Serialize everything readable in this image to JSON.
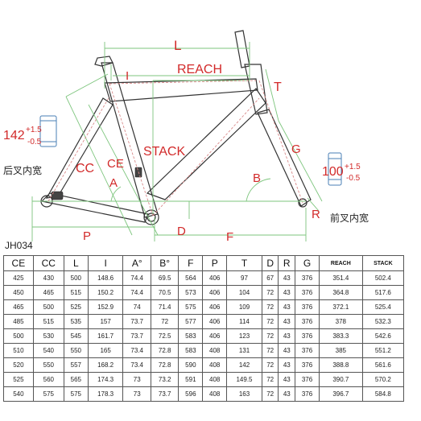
{
  "labels": {
    "L": "L",
    "I": "I",
    "REACH": "REACH",
    "T": "T",
    "STACK": "STACK",
    "CC": "CC",
    "CE": "CE",
    "A": "A",
    "B": "B",
    "G": "G",
    "R": "R",
    "D": "D",
    "F": "F",
    "P": "P"
  },
  "rear_spacing": {
    "main": "142",
    "plus": "+1.5",
    "minus": "-0.5",
    "caption": "后叉内宽"
  },
  "front_spacing": {
    "main": "100",
    "plus": "+1.5",
    "minus": "-0.5",
    "caption": "前叉内宽"
  },
  "model": "JH034",
  "table": {
    "headers": [
      "CE",
      "CC",
      "L",
      "I",
      "A°",
      "B°",
      "F",
      "P",
      "T",
      "D",
      "R",
      "G",
      "REACH",
      "STACK"
    ],
    "rows": [
      [
        "425",
        "430",
        "500",
        "148.6",
        "74.4",
        "69.5",
        "564",
        "406",
        "97",
        "67",
        "43",
        "376",
        "351.4",
        "502.4"
      ],
      [
        "450",
        "465",
        "515",
        "150.2",
        "74.4",
        "70.5",
        "573",
        "406",
        "104",
        "72",
        "43",
        "376",
        "364.8",
        "517.6"
      ],
      [
        "465",
        "500",
        "525",
        "152.9",
        "74",
        "71.4",
        "575",
        "406",
        "109",
        "72",
        "43",
        "376",
        "372.1",
        "525.4"
      ],
      [
        "485",
        "515",
        "535",
        "157",
        "73.7",
        "72",
        "577",
        "406",
        "114",
        "72",
        "43",
        "376",
        "378",
        "532.3"
      ],
      [
        "500",
        "530",
        "545",
        "161.7",
        "73.7",
        "72.5",
        "583",
        "406",
        "123",
        "72",
        "43",
        "376",
        "383.3",
        "542.6"
      ],
      [
        "510",
        "540",
        "550",
        "165",
        "73.4",
        "72.8",
        "583",
        "408",
        "131",
        "72",
        "43",
        "376",
        "385",
        "551.2"
      ],
      [
        "520",
        "550",
        "557",
        "168.2",
        "73.4",
        "72.8",
        "590",
        "408",
        "142",
        "72",
        "43",
        "376",
        "388.8",
        "561.6"
      ],
      [
        "525",
        "560",
        "565",
        "174.3",
        "73",
        "73.2",
        "591",
        "408",
        "149.5",
        "72",
        "43",
        "376",
        "390.7",
        "570.2"
      ],
      [
        "540",
        "575",
        "575",
        "178.3",
        "73",
        "73.7",
        "596",
        "408",
        "163",
        "72",
        "43",
        "376",
        "396.7",
        "584.8"
      ]
    ]
  }
}
